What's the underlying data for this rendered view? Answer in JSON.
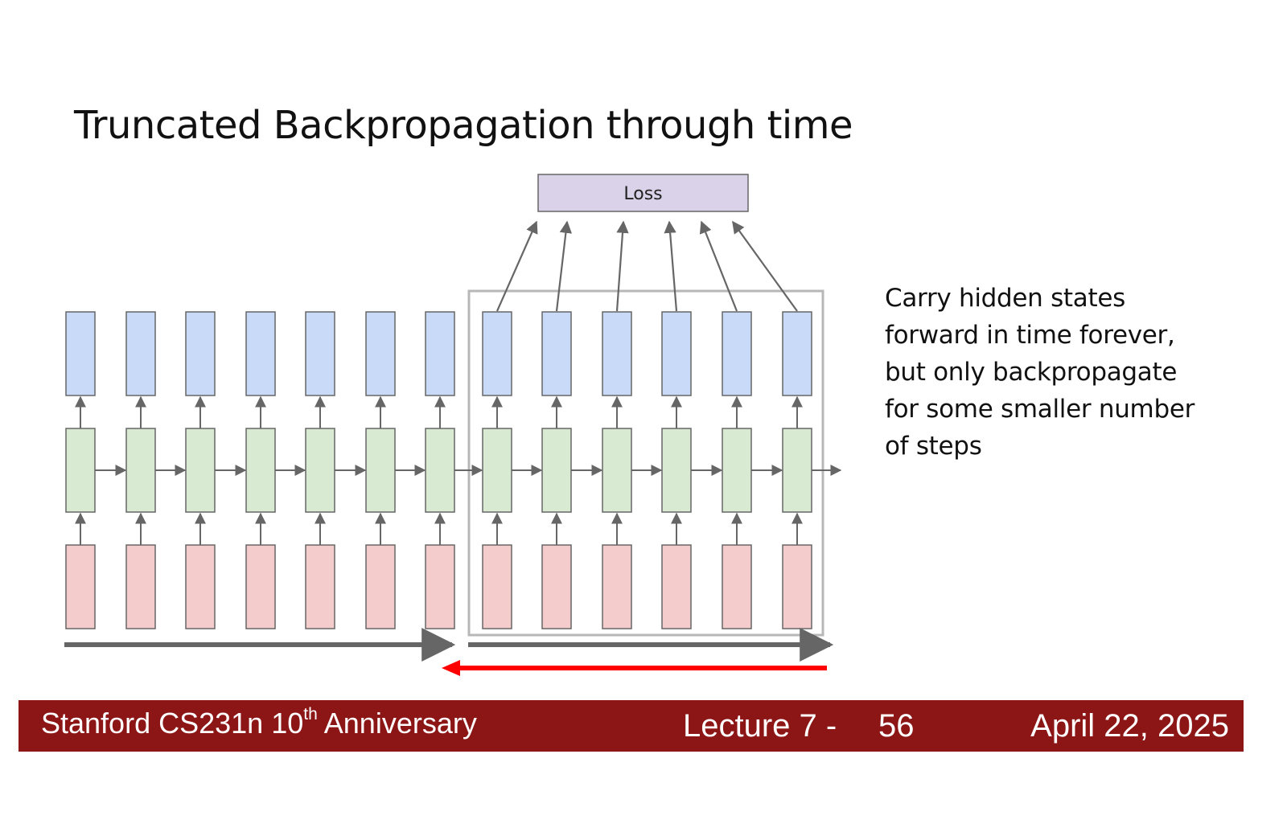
{
  "slide": {
    "title": "Truncated Backpropagation through time",
    "loss_label": "Loss",
    "note_lines": [
      "Carry hidden states",
      "forward in time forever,",
      "but only backpropagate",
      "for some smaller number",
      "of steps"
    ]
  },
  "diagram": {
    "timesteps": 13,
    "truncation_window_start_step": 7,
    "colors": {
      "output": "#c9daf8",
      "hidden": "#d9ead3",
      "input": "#f4cccc",
      "loss": "#d9d2e9",
      "box_stroke": "#666666",
      "arrow": "#666666",
      "window": "#b7b7b7",
      "backprop_arrow": "#ff0000"
    }
  },
  "footer": {
    "course": "Stanford CS231n 10",
    "course_sup": "th",
    "course_suffix": " Anniversary",
    "lecture": "Lecture 7 -",
    "page": "56",
    "date": "April 22, 2025",
    "background": "#8c1515"
  }
}
